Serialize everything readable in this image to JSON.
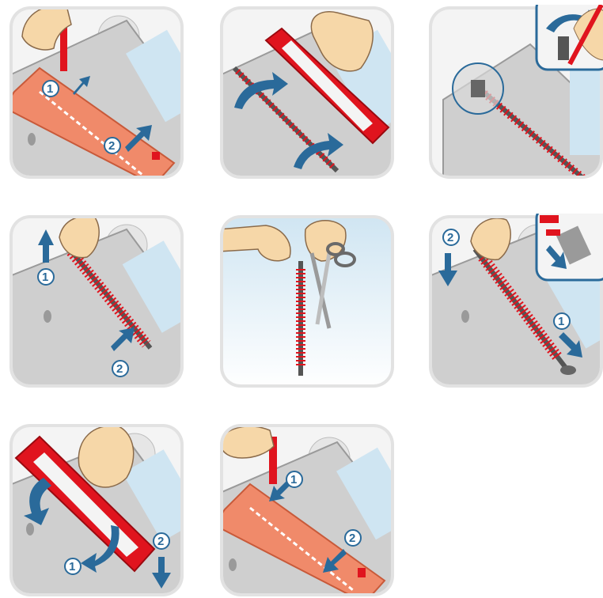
{
  "steps": [
    {
      "id": 1,
      "icons": [
        "hand-icon",
        "clip-icon",
        "arrow-icon"
      ],
      "badges": [
        "1",
        "2"
      ]
    },
    {
      "id": 2,
      "icons": [
        "hand-icon",
        "brush-cover-icon",
        "curved-arrow-icon"
      ],
      "badges": []
    },
    {
      "id": 3,
      "icons": [
        "zoom-circle-icon",
        "rotate-arrow-icon",
        "brush-end-icon"
      ],
      "badges": []
    },
    {
      "id": 4,
      "icons": [
        "hand-icon",
        "brush-roll-icon",
        "arrow-icon"
      ],
      "badges": [
        "1",
        "2"
      ]
    },
    {
      "id": 5,
      "icons": [
        "hands-icon",
        "scissors-icon",
        "brush-roll-icon"
      ],
      "badges": []
    },
    {
      "id": 6,
      "icons": [
        "hand-icon",
        "brush-roll-icon",
        "arrow-icon"
      ],
      "badges": [
        "2",
        "1"
      ]
    },
    {
      "id": 7,
      "icons": [
        "hand-icon",
        "brush-cover-icon",
        "curved-arrow-icon"
      ],
      "badges": [
        "2",
        "1"
      ]
    },
    {
      "id": 8,
      "icons": [
        "hand-icon",
        "clip-icon",
        "arrow-icon"
      ],
      "badges": [
        "1",
        "2"
      ]
    }
  ],
  "colors": {
    "frame": "#e2e2e2",
    "panel_bg": "#f4f4f4",
    "device": "#c9c9c9",
    "device_dark": "#9a9a9a",
    "red": "#e0141e",
    "salmon": "#f08a6a",
    "arrow_blue": "#2a6a9a",
    "skin": "#f6d7a8",
    "sky": "#cfe5f2"
  }
}
